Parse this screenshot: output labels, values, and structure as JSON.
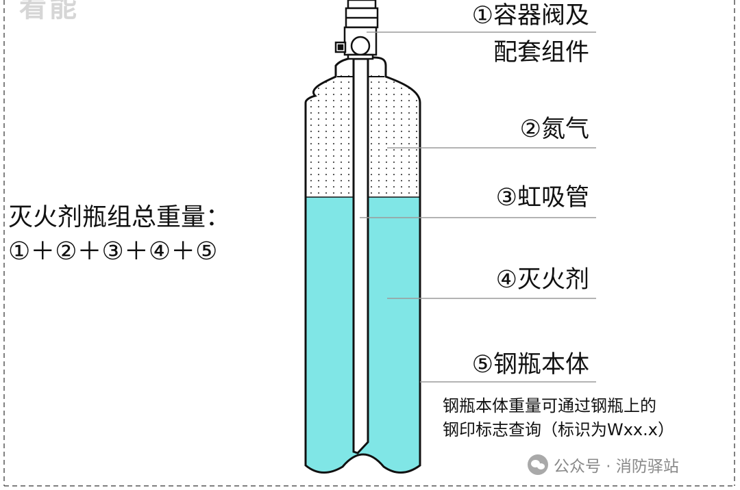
{
  "labels": {
    "valve_line1": "①容器阀及",
    "valve_line2": "配套组件",
    "nitrogen": "②氮气",
    "siphon": "③虹吸管",
    "agent": "④灭火剂",
    "body": "⑤钢瓶本体"
  },
  "note": {
    "line1": "钢瓶本体重量可通过钢瓶上的",
    "line2": "钢印标志查询（标识为Wxx.x）"
  },
  "total": {
    "line1": "灭火剂瓶组总重量：",
    "line2": "①＋②＋③＋④＋⑤"
  },
  "watermark": {
    "text": "公众号 · 消防驿站",
    "icon": "wechat-icon"
  },
  "logo_fragment": "看能",
  "colors": {
    "liquid": "#80e6e6",
    "outline": "#111111",
    "leader_line": "#9a9a9a",
    "frame_dash": "#555555",
    "gas_dots": "#444444"
  }
}
